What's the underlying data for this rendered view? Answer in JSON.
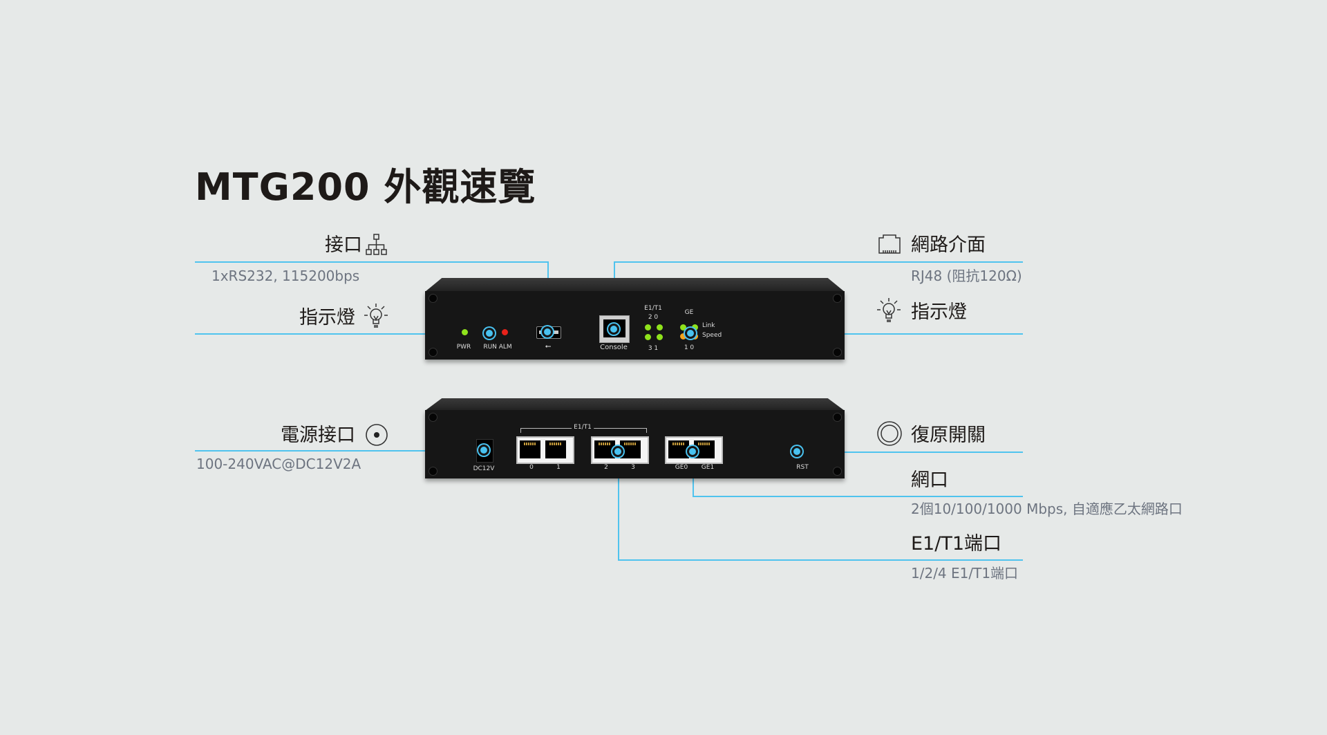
{
  "title": "MTG200 外觀速覽",
  "callouts": {
    "interface": {
      "heading": "接口",
      "detail": "1xRS232, 115200bps",
      "icon": "network-tree-icon"
    },
    "indicator_left": {
      "heading": "指示燈",
      "icon": "lightbulb-icon"
    },
    "power": {
      "heading": "電源接口",
      "detail": "100-240VAC@DC12V2A",
      "icon": "power-dot-icon"
    },
    "network_interface": {
      "heading": "網路介面",
      "detail": "RJ48 (阻抗120Ω)",
      "icon": "rj45-port-icon"
    },
    "indicator_right": {
      "heading": "指示燈",
      "icon": "lightbulb-icon"
    },
    "reset": {
      "heading": "復原開關",
      "icon": "double-ring-icon"
    },
    "lan": {
      "heading": "網口",
      "detail": "2個10/100/1000 Mbps, 自適應乙太網路口"
    },
    "e1t1": {
      "heading": "E1/T1端口",
      "detail": "1/2/4 E1/T1端口"
    }
  },
  "front_panel": {
    "pwr": "PWR",
    "run_alm": "RUN ALM",
    "usb_symbol": "⭠",
    "console": "Console",
    "e1t1_label": "E1/T1",
    "e1t1_top": "2   0",
    "e1t1_bottom": "3   1",
    "ge_label": "GE",
    "link": "Link",
    "speed": "Speed",
    "ge_bottom": "1   0"
  },
  "rear_panel": {
    "dc": "DC12V",
    "e1t1_label": "E1/T1",
    "ports": [
      "0",
      "1",
      "2",
      "3",
      "GE0",
      "GE1"
    ],
    "rst": "RST"
  },
  "colors": {
    "accent": "#4fc3ee",
    "background": "#e6e9e8",
    "device": "#161616"
  }
}
